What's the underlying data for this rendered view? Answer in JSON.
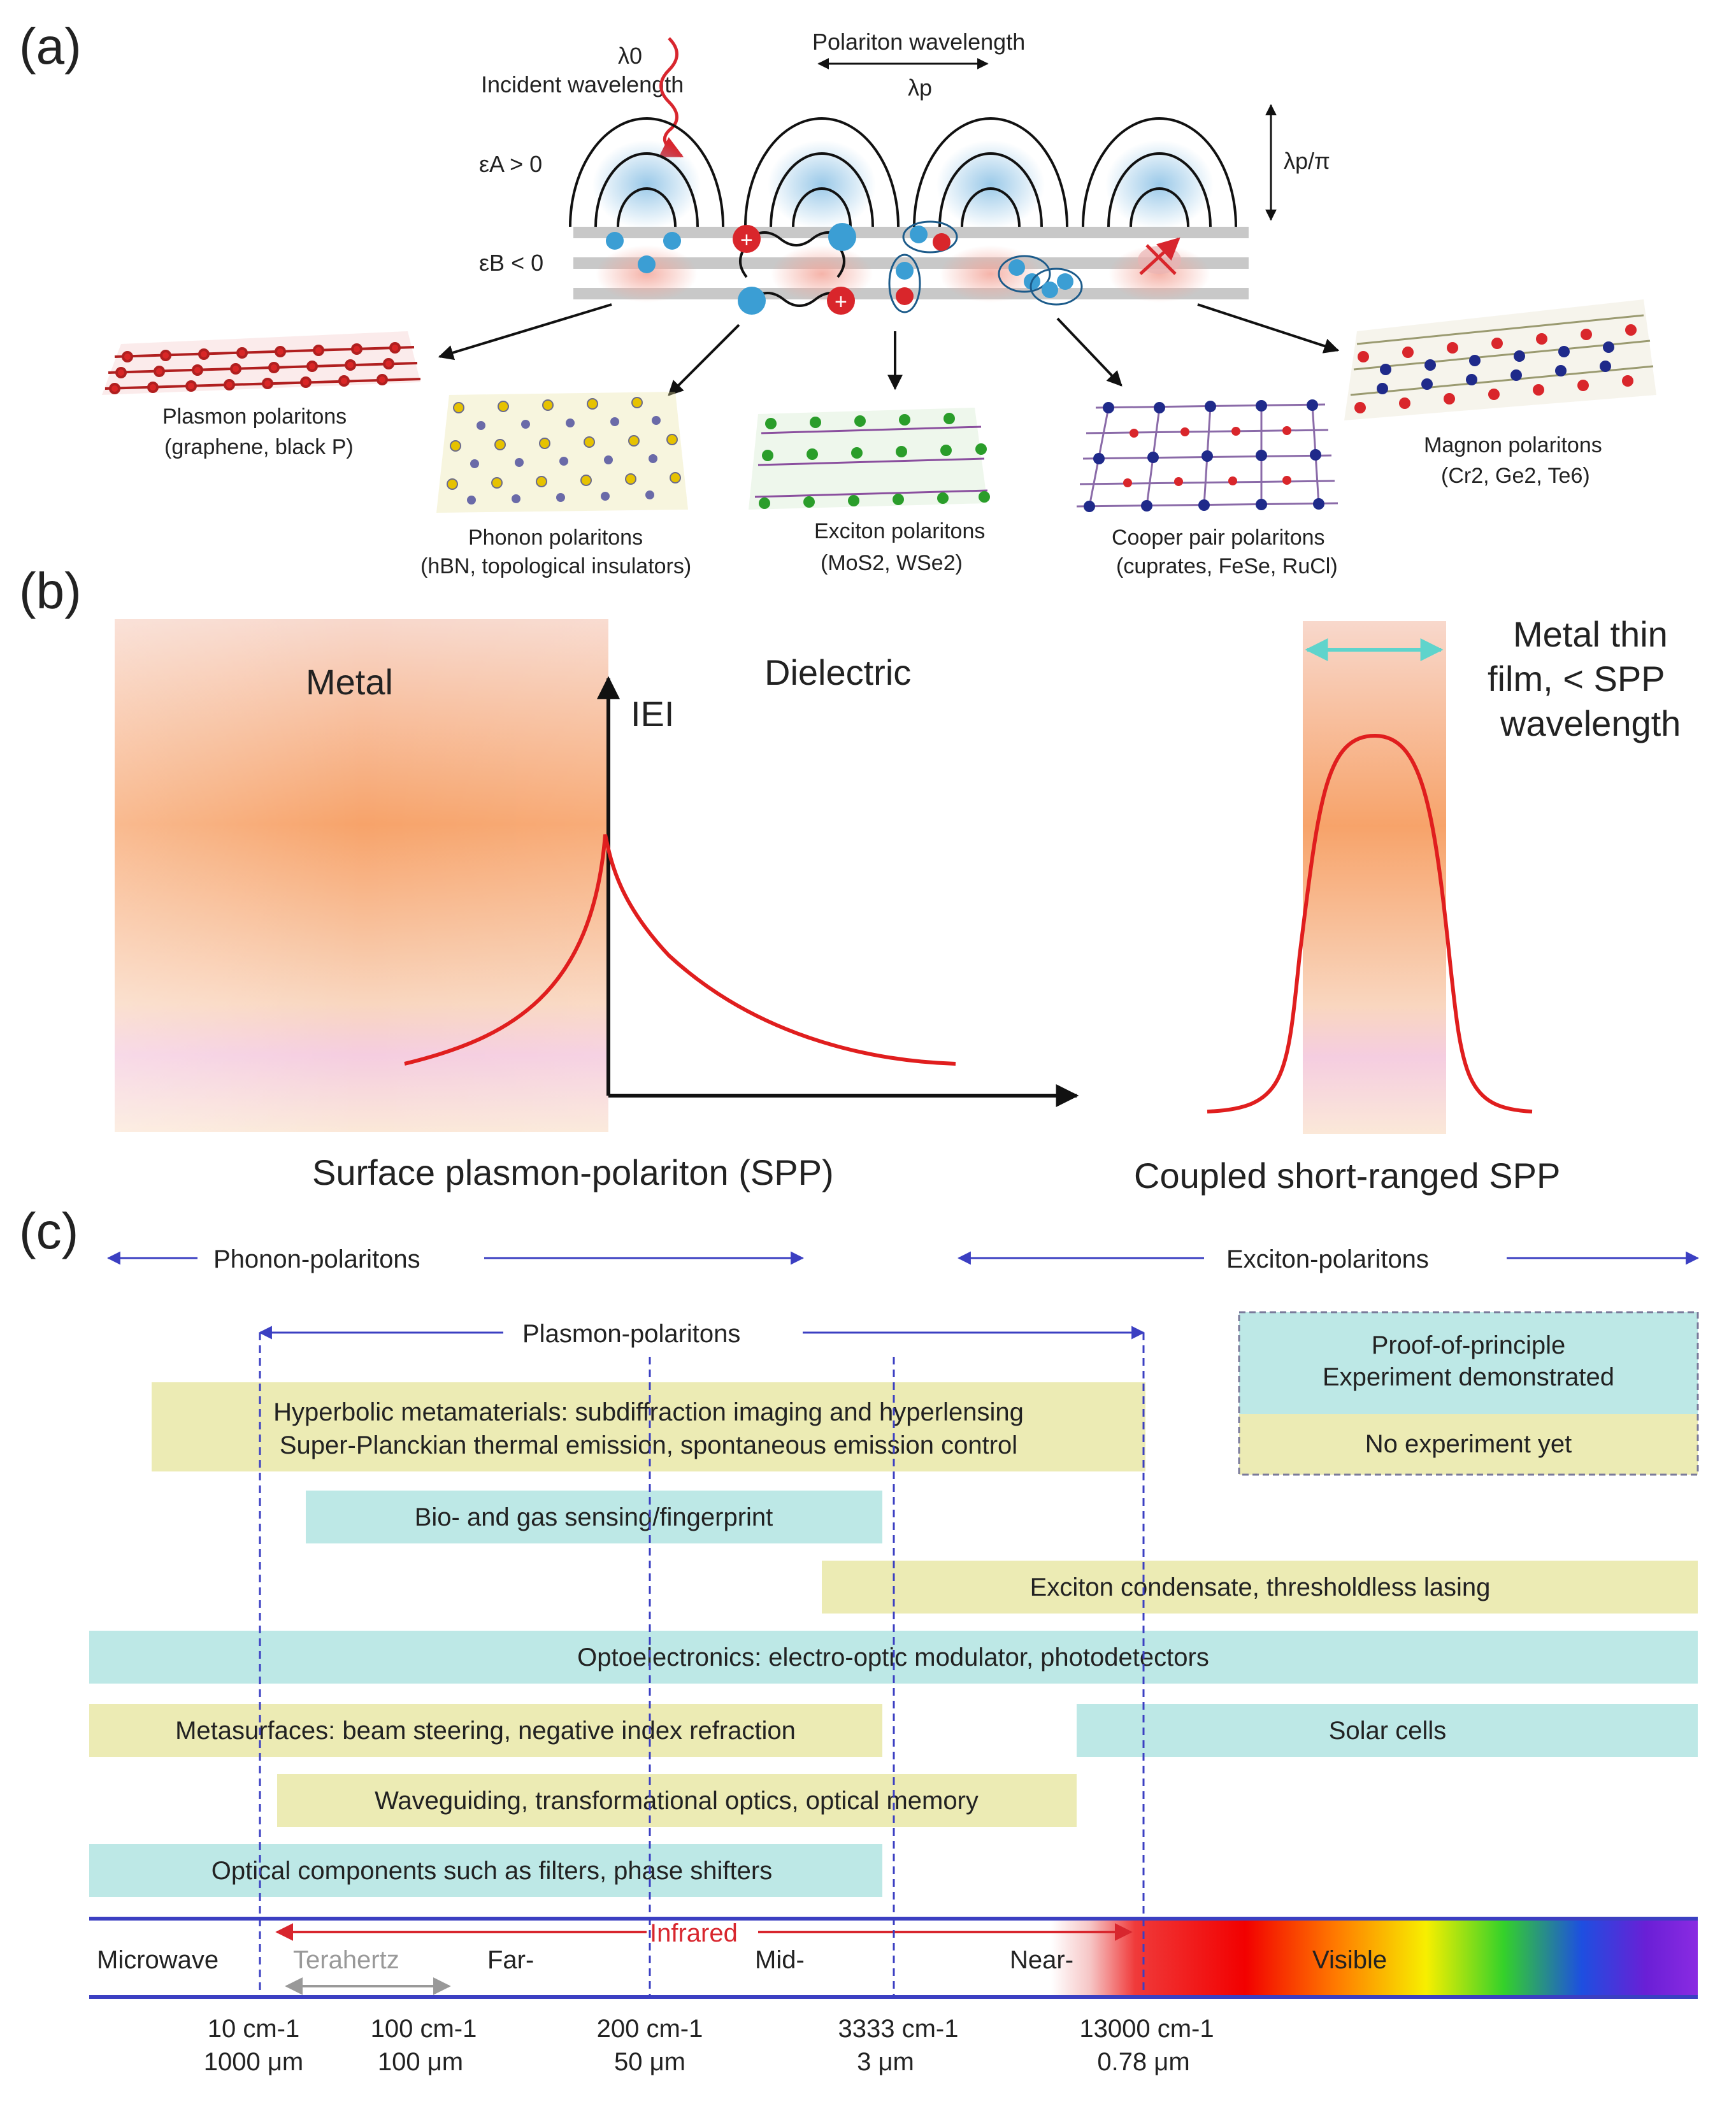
{
  "panels": {
    "a": "(a)",
    "b": "(b)",
    "c": "(c)"
  },
  "panel_a": {
    "incident_symbol": "λ0",
    "incident_label": "Incident wavelength",
    "polariton_wavelength_label": "Polariton wavelength",
    "polariton_symbol": "λp",
    "decay_symbol": "λp/π",
    "eps_a": "εA > 0",
    "eps_b": "εB < 0",
    "materials": [
      {
        "name": "Plasmon polaritons",
        "examples": "(graphene, black P)"
      },
      {
        "name": "Phonon polaritons",
        "examples": "(hBN, topological insulators)"
      },
      {
        "name": "Exciton polaritons",
        "examples": "(MoS2, WSe2)"
      },
      {
        "name": "Cooper pair polaritons",
        "examples": "(cuprates, FeSe, RuCl)"
      },
      {
        "name": "Magnon polaritons",
        "examples": "(Cr2, Ge2, Te6)"
      }
    ],
    "colors": {
      "cation": "#d9262b",
      "anion": "#3b9ed4",
      "layer": "#c8c8c8"
    }
  },
  "panel_b": {
    "metal_label": "Metal",
    "dielectric_label": "Dielectric",
    "field_label": "IEI",
    "spp_caption": "Surface plasmon-polariton (SPP)",
    "thin_film_label": [
      "Metal thin",
      "film,   < SPP",
      "wavelength"
    ],
    "coupled_caption": "Coupled short-ranged SPP",
    "colors": {
      "curve": "#e01e1e",
      "metal_center": "#f7a36a",
      "thickness_arrow": "#5fd4cc"
    }
  },
  "panel_c": {
    "ranges": [
      {
        "label": "Phonon-polaritons"
      },
      {
        "label": "Exciton-polaritons"
      },
      {
        "label": "Plasmon-polaritons"
      }
    ],
    "legend": {
      "demonstrated": "Proof-of-principle\nExperiment demonstrated",
      "demonstrated_lines": [
        "Proof-of-principle",
        "Experiment demonstrated"
      ],
      "not_yet": "No experiment yet"
    },
    "applications": [
      {
        "lines": [
          "Hyperbolic metamaterials: subdiffraction imaging and hyperlensing",
          "Super-Planckian thermal emission, spontaneous emission control"
        ],
        "status": "not_yet"
      },
      {
        "lines": [
          "Bio- and gas sensing/fingerprint"
        ],
        "status": "demonstrated"
      },
      {
        "lines": [
          "Exciton condensate, thresholdless lasing"
        ],
        "status": "not_yet"
      },
      {
        "lines": [
          "Optoelectronics: electro-optic modulator, photodetectors"
        ],
        "status": "demonstrated"
      },
      {
        "lines": [
          "Metasurfaces: beam steering, negative index refraction"
        ],
        "status": "not_yet"
      },
      {
        "lines": [
          "Solar cells"
        ],
        "status": "demonstrated"
      },
      {
        "lines": [
          "Waveguiding, transformational optics, optical memory"
        ],
        "status": "not_yet"
      },
      {
        "lines": [
          "Optical components such as filters, phase shifters"
        ],
        "status": "demonstrated"
      }
    ],
    "spectrum": {
      "microwave": "Microwave",
      "terahertz": "Terahertz",
      "infrared": "Infrared",
      "far": "Far-",
      "mid": "Mid-",
      "near": "Near-",
      "visible": "Visible"
    },
    "ticks": [
      {
        "wavenumber": "10 cm-1",
        "wavelength": "1000 μm"
      },
      {
        "wavenumber": "100 cm-1",
        "wavelength": "100 μm"
      },
      {
        "wavenumber": "200 cm-1",
        "wavelength": "50 μm"
      },
      {
        "wavenumber": "3333 cm-1",
        "wavelength": "3 μm"
      },
      {
        "wavenumber": "13000 cm-1",
        "wavelength": "0.78 μm"
      }
    ],
    "colors": {
      "demonstrated": "#bde8e6",
      "not_yet": "#ecebb4",
      "range_arrow": "#3b3fc2",
      "guide": "#3b3fc2",
      "infrared_arrow": "#d8262e",
      "terahertz": "#999999"
    }
  }
}
